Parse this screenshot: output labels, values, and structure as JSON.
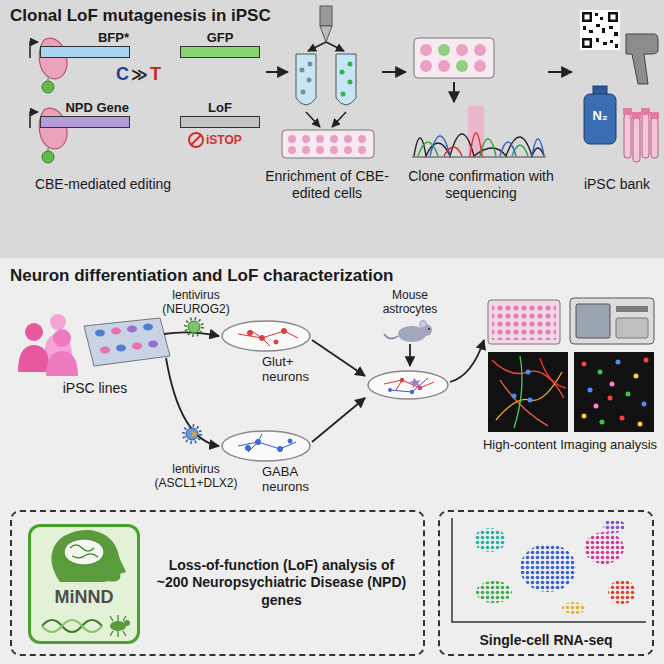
{
  "diagram": {
    "nodes": [
      {
        "text": [
          "Clonal LoF mutagenesis in iPSC"
        ]
      },
      {
        "text": [
          "BFP*"
        ],
        "in": 0
      },
      {
        "text": [
          "GFP"
        ],
        "in": 0
      },
      {
        "text": [
          "NPD Gene"
        ],
        "in": 0
      },
      {
        "text": [
          "LoF"
        ],
        "in": 0
      },
      {
        "text": [
          "Neuron differentiation and LoF characterization"
        ]
      },
      {
        "text": [
          "Loss-of-function (LoF) analysis of ~200 Neuropsychiatric Disease (NPD) genes"
        ],
        "in": 5
      },
      {
        "text": [
          "MiNND"
        ],
        "in": 6
      },
      {
        "text": [
          "Single-cell RNA-seq"
        ],
        "in": 5
      }
    ],
    "labels": [
      "C",
      "≫",
      "T",
      "iSTOP",
      "CBE-mediated editing",
      "Enrichment of CBE-edited cells",
      "Clone confirmation with sequencing",
      "iPSC bank",
      "N₂",
      "iPSC lines",
      "lentivirus (NEUROG2)",
      "Glut+ neurons",
      "lentivirus (ASCL1+DLX2)",
      "GABA neurons",
      "Mouse astrocytes",
      "High-content Imaging analysis"
    ]
  }
}
